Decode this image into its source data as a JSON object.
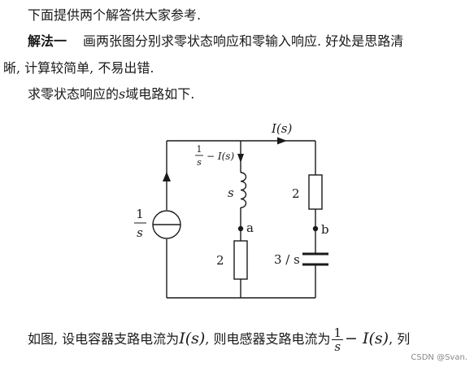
{
  "doc": {
    "line1": "下面提供两个解答供大家参考.",
    "method_label": "解法一",
    "line2": "画两张图分别求零状态响应和零输入响应. 好处是思路清",
    "line3": "晰, 计算较简单, 不易出错.",
    "line4_pre": "求零状态响应的",
    "line4_var": "s",
    "line4_post": "域电路如下.",
    "bottom_pre": "如图, 设电容器支路电流为",
    "bottom_mid": ", 则电感器支路电流为",
    "bottom_post": ", 列",
    "Is": "I(s)",
    "minus_Is": "− I(s)",
    "frac_num": "1",
    "frac_den": "s"
  },
  "circuit": {
    "label_Is_top": "I(s)",
    "label_branch_num": "1",
    "label_branch_den": "s",
    "label_branch_rest": "− I(s)",
    "label_source_num": "1",
    "label_source_den": "s",
    "label_inductor": "s",
    "label_node_a": "a",
    "label_node_b": "b",
    "label_res_left": "2",
    "label_res_right": "2",
    "label_cap": "3 / s"
  },
  "watermark": "CSDN @Svan."
}
